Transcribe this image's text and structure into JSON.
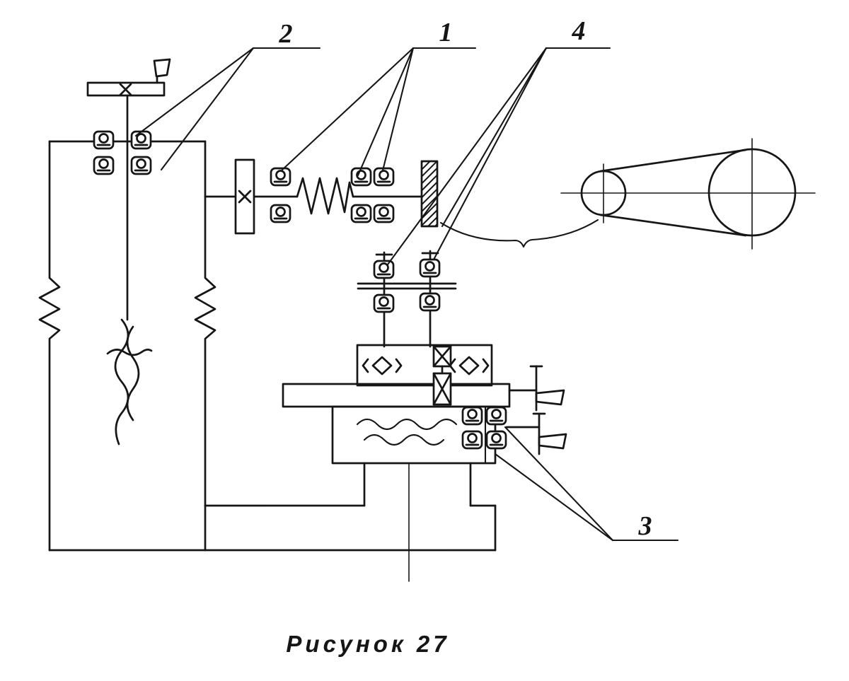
{
  "palette": {
    "ink": "#161616",
    "paper": "#ffffff"
  },
  "figure": {
    "caption": "Рисунок 27",
    "callouts": {
      "c1": "1",
      "c2": "2",
      "c3": "3",
      "c4": "4"
    }
  }
}
